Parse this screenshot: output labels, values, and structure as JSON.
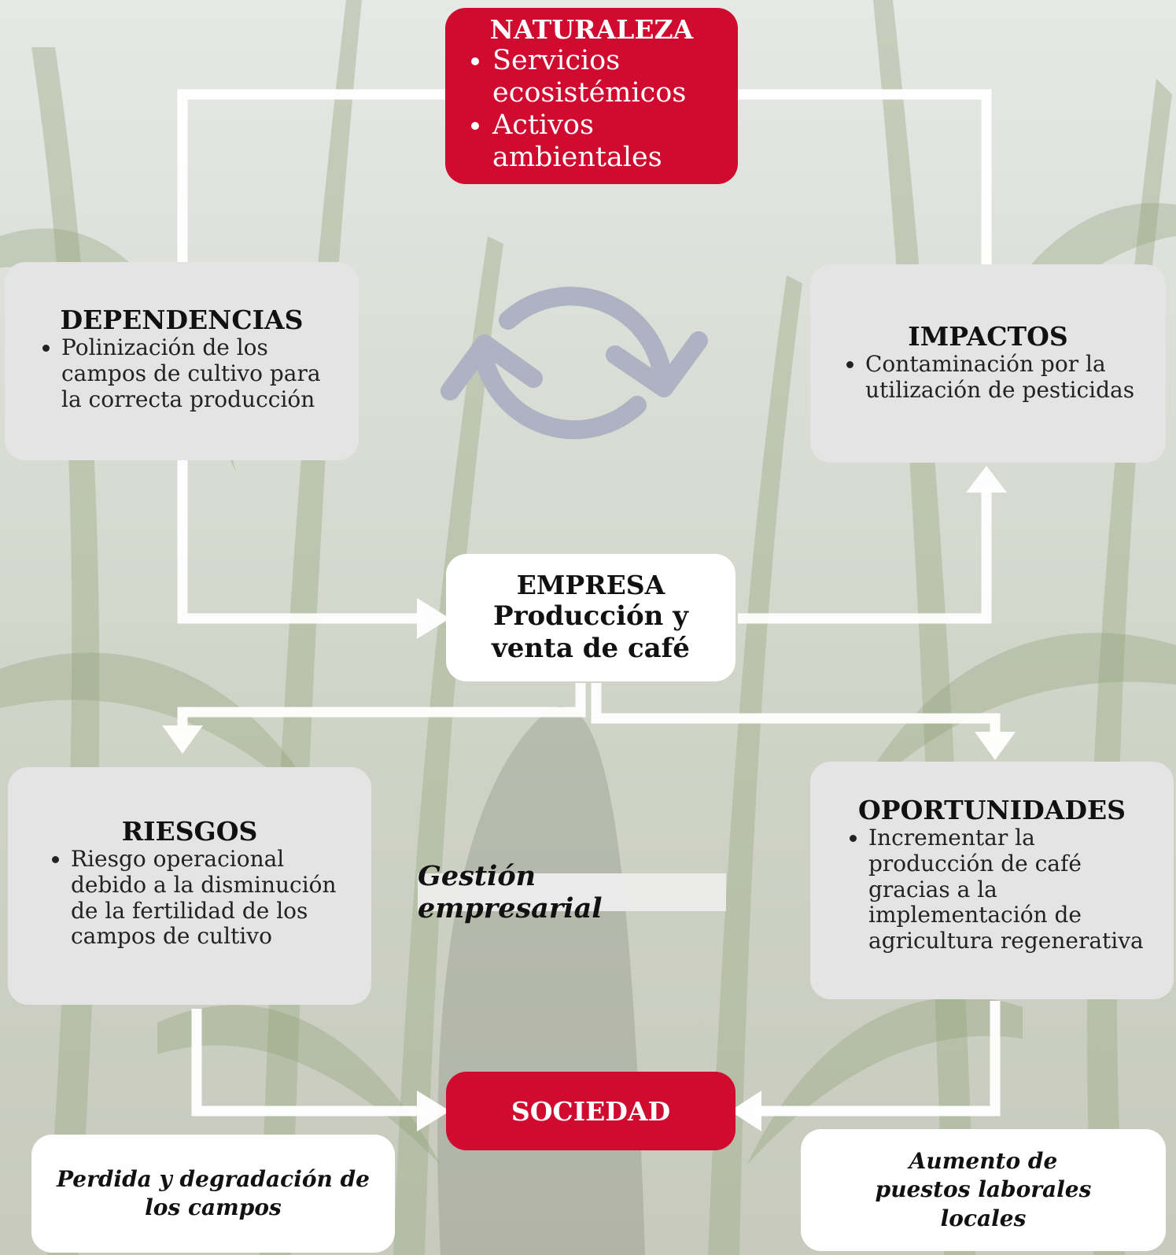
{
  "naturaleza": {
    "title": "NATURALEZA",
    "items": [
      "Servicios ecosistémicos",
      "Activos ambientales"
    ]
  },
  "dependencias": {
    "title": "DEPENDENCIAS",
    "items": [
      "Polinización de los campos de cultivo para la correcta producción"
    ]
  },
  "impactos": {
    "title": "IMPACTOS",
    "items": [
      "Contaminación por la utilización de pesticidas"
    ]
  },
  "empresa": {
    "title": "EMPRESA",
    "subtitle": "Producción y venta de café"
  },
  "riesgos": {
    "title": "RIESGOS",
    "items": [
      " Riesgo operacional debido a la disminución de la fertilidad de los campos de cultivo"
    ]
  },
  "oportunidades": {
    "title": "OPORTUNIDADES",
    "items": [
      "Incrementar la producción de café gracias a la implementación de agricultura regenerativa"
    ]
  },
  "gestion": "Gestión empresarial",
  "sociedad": {
    "title": "SOCIEDAD"
  },
  "perdida": "Perdida y degradación de los campos",
  "aumento": "Aumento de puestos laborales locales",
  "colors": {
    "red": "#d10a30",
    "grey_box": "#e4e4e4",
    "arrow": "#ffffff",
    "cycle": "#aeb3c4"
  },
  "icons": {
    "cycle": "refresh-cycle-icon"
  }
}
